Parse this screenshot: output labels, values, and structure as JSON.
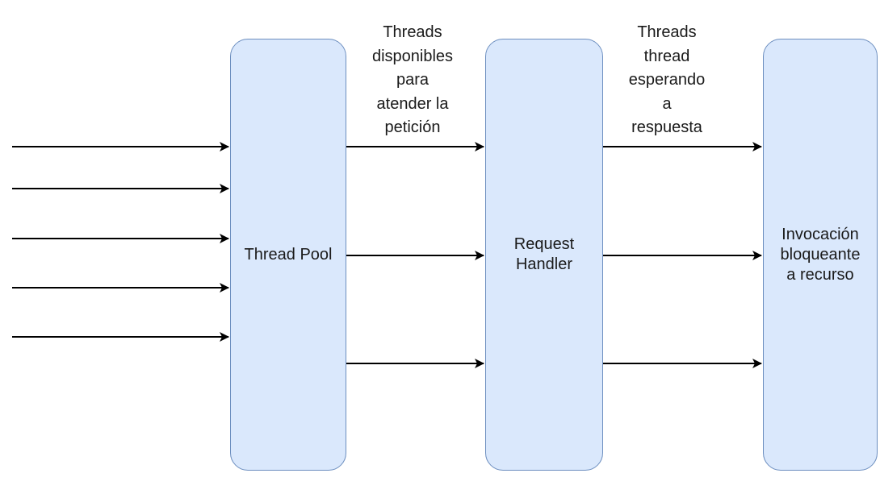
{
  "colors": {
    "node_fill": "#dae8fc",
    "node_stroke": "#6c8ebf",
    "edge": "#000000",
    "text": "#1a1a1a"
  },
  "nodes": {
    "thread_pool": {
      "label": "Thread Pool"
    },
    "request_handler": {
      "label": "Request\nHandler"
    },
    "invocation": {
      "label": "Invocación\nbloqueante\na recurso"
    }
  },
  "edge_labels": {
    "available": "Threads\ndisponibles\npara\natender la\npetición",
    "waiting": "Threads\nthread\nesperando\na\nrespuesta"
  },
  "edges": [
    {
      "from": "input",
      "to": "thread_pool",
      "count": 5
    },
    {
      "from": "thread_pool",
      "to": "request_handler",
      "count": 3
    },
    {
      "from": "request_handler",
      "to": "invocation",
      "count": 3
    }
  ]
}
